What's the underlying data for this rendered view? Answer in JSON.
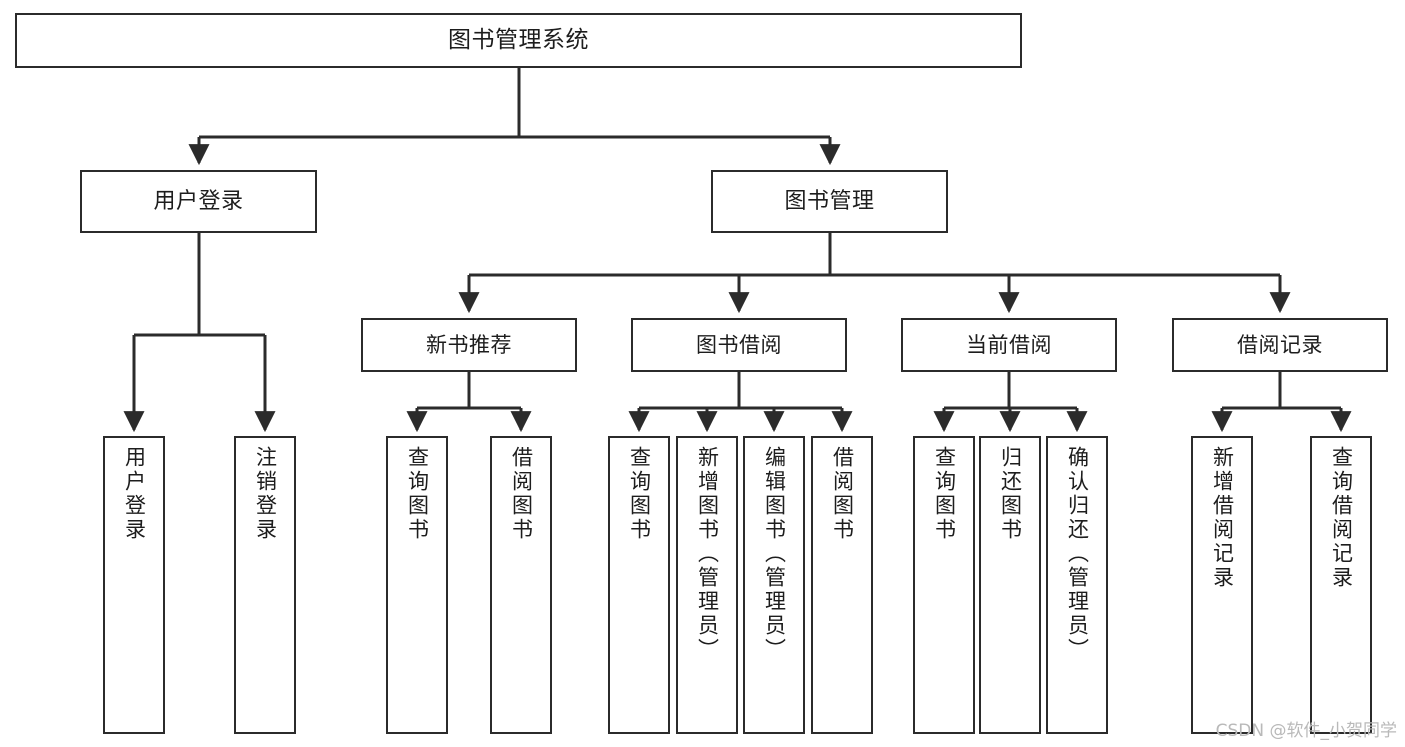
{
  "diagram": {
    "type": "tree-hierarchy-functional-decomposition",
    "title": "图书管理系统",
    "watermark": "CSDN @软件_小贺同学",
    "colors": {
      "background": "#ffffff",
      "stroke": "#2b2b2b",
      "text": "#1d1d1d",
      "watermark": "#b9b9b9"
    },
    "nodes": {
      "root": {
        "id": "root",
        "label": "图书管理系统",
        "level": 1
      },
      "level2": [
        {
          "id": "user-login",
          "label": "用户登录",
          "level": 2
        },
        {
          "id": "book-manage",
          "label": "图书管理",
          "level": 2
        }
      ],
      "level3": [
        {
          "id": "new-book-recommend",
          "label": "新书推荐",
          "level": 3,
          "parent": "book-manage"
        },
        {
          "id": "book-borrow",
          "label": "图书借阅",
          "level": 3,
          "parent": "book-manage"
        },
        {
          "id": "current-borrow",
          "label": "当前借阅",
          "level": 3,
          "parent": "book-manage"
        },
        {
          "id": "borrow-record",
          "label": "借阅记录",
          "level": 3,
          "parent": "book-manage"
        }
      ],
      "leaves": [
        {
          "id": "leaf-user-login",
          "label": "用户登录",
          "parent": "user-login"
        },
        {
          "id": "leaf-user-logout",
          "label": "注销登录",
          "parent": "user-login"
        },
        {
          "id": "leaf-query-book-recommend",
          "label": "查询图书",
          "parent": "new-book-recommend"
        },
        {
          "id": "leaf-borrow-book-recommend",
          "label": "借阅图书",
          "parent": "new-book-recommend"
        },
        {
          "id": "leaf-query-book-borrow",
          "label": "查询图书",
          "parent": "book-borrow"
        },
        {
          "id": "leaf-add-book-admin",
          "label": "新增图书（管理员）",
          "parent": "book-borrow"
        },
        {
          "id": "leaf-edit-book-admin",
          "label": "编辑图书（管理员）",
          "parent": "book-borrow"
        },
        {
          "id": "leaf-borrow-book",
          "label": "借阅图书",
          "parent": "book-borrow"
        },
        {
          "id": "leaf-query-book-current",
          "label": "查询图书",
          "parent": "current-borrow"
        },
        {
          "id": "leaf-return-book",
          "label": "归还图书",
          "parent": "current-borrow"
        },
        {
          "id": "leaf-confirm-return-admin",
          "label": "确认归还（管理员）",
          "parent": "current-borrow"
        },
        {
          "id": "leaf-add-borrow-record",
          "label": "新增借阅记录",
          "parent": "borrow-record"
        },
        {
          "id": "leaf-query-borrow-record",
          "label": "查询借阅记录",
          "parent": "borrow-record"
        }
      ]
    }
  }
}
